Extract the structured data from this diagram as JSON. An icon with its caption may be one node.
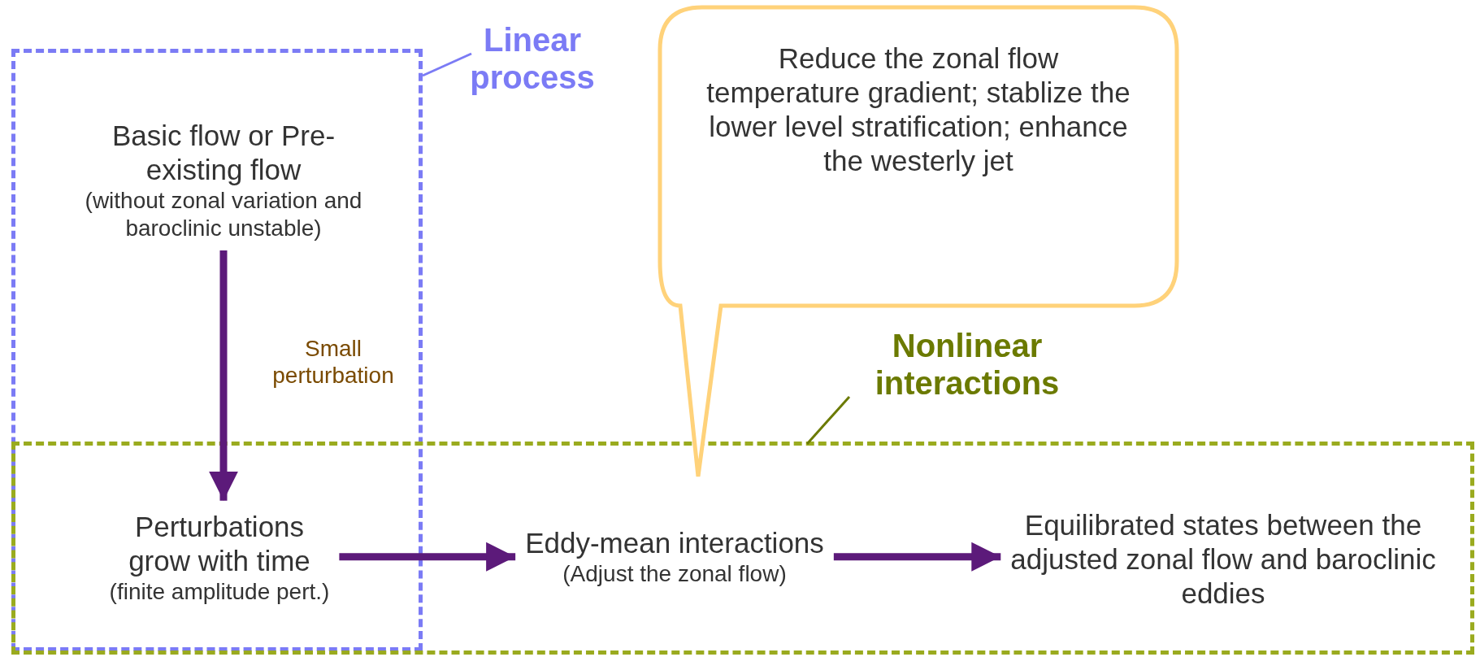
{
  "diagram": {
    "nodes": [
      {
        "text": [
          "Linear process"
        ]
      },
      {
        "text": [
          "Nonlinear interactions"
        ]
      },
      {
        "text": [
          "Basic flow or Pre-existing flow",
          "(without zonal variation and baroclinic unstable)"
        ],
        "in": 0
      },
      {
        "text": [
          "Perturbations grow with time",
          "(finite amplitude pert.)"
        ]
      },
      {
        "text": [
          "Eddy-mean interactions",
          "(Adjust the zonal flow)"
        ],
        "in": 1
      },
      {
        "text": [
          "Equilibrated states between the adjusted zonal flow and baroclinic eddies"
        ],
        "in": 1
      },
      {
        "text": [
          "Reduce the zonal flow temperature gradient; stablize the lower level stratification; enhance the westerly jet"
        ]
      }
    ],
    "edges": [
      {
        "from": 2,
        "to": 3,
        "arrow": "to",
        "label": "Small perturbation"
      },
      {
        "from": 3,
        "to": 4,
        "arrow": "to"
      },
      {
        "from": 4,
        "to": 5,
        "arrow": "to"
      }
    ]
  }
}
